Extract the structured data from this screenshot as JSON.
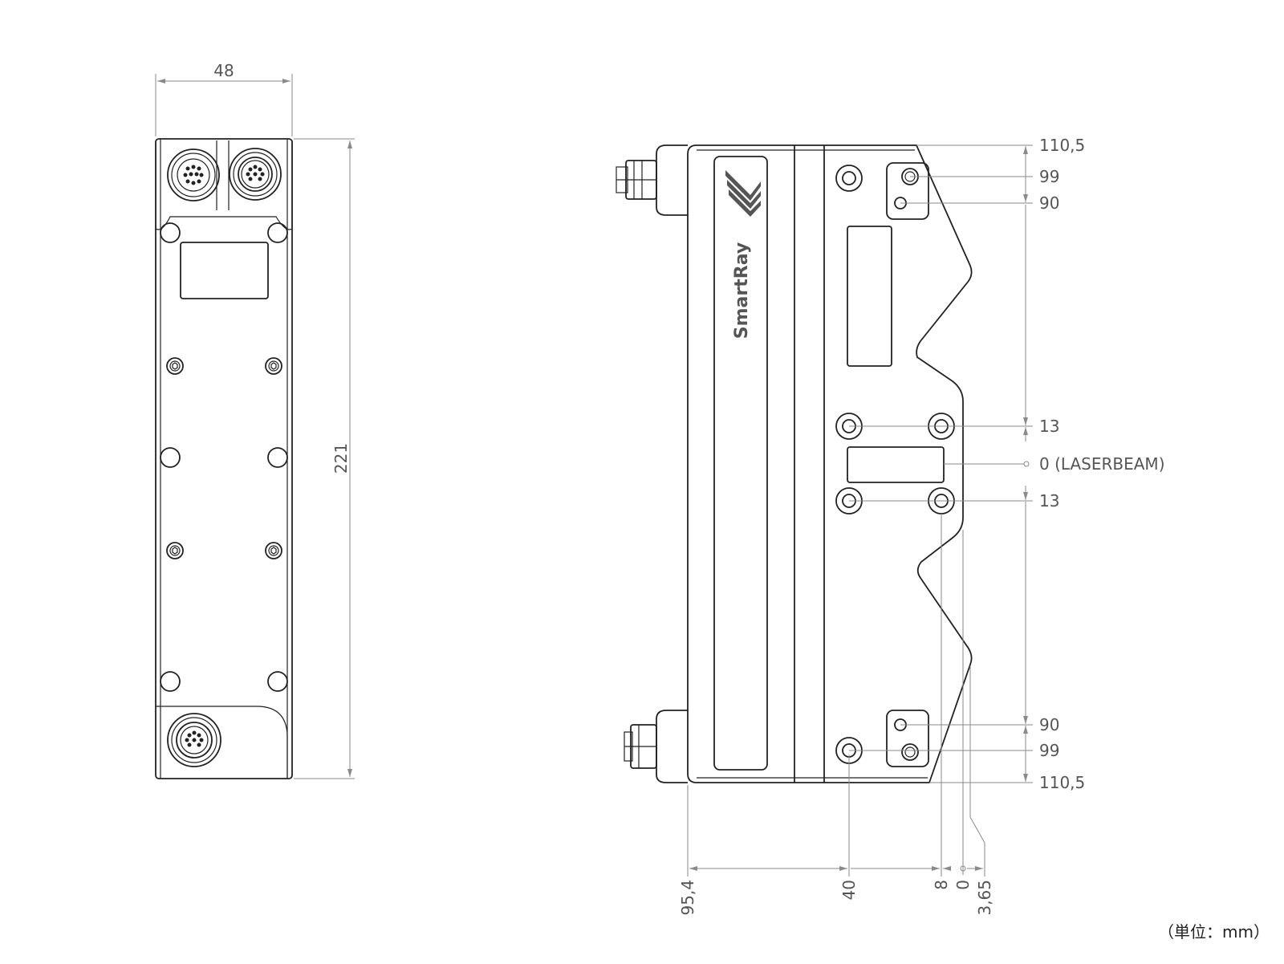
{
  "front_view": {
    "width_label": "48",
    "height_label": "221"
  },
  "side_view": {
    "logo": "SmartRay",
    "right_dims": [
      "110,5",
      "99",
      "90",
      "13",
      "0 (LASERBEAM)",
      "13",
      "90",
      "99",
      "110,5"
    ],
    "bottom_dims": [
      "95,4",
      "40",
      "8",
      "0",
      "3,65"
    ]
  },
  "unit_note": "（単位：mm）",
  "colors": {
    "line": "#222222",
    "dimension": "#8a8a8a",
    "text": "#555555"
  }
}
